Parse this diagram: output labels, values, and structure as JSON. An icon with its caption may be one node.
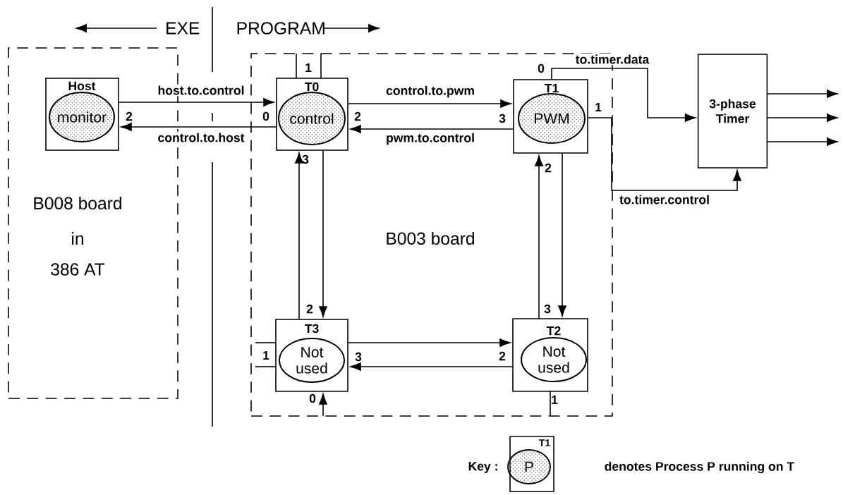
{
  "diagram": {
    "nodes": [
      {
        "text": [
          "B008 board",
          "in",
          "386 AT"
        ]
      },
      {
        "text": [
          "Host",
          "monitor"
        ],
        "in": 0,
        "beside": [
          "2"
        ]
      },
      {
        "text": [
          "B003 board"
        ]
      },
      {
        "text": [
          "T0",
          "control"
        ],
        "in": 2,
        "beside": [
          "1",
          "0",
          "2",
          "3"
        ]
      },
      {
        "text": [
          "T1",
          "PWM"
        ],
        "in": 2,
        "beside": [
          "0",
          "3",
          "1",
          "2"
        ]
      },
      {
        "text": [
          "T3",
          "Not used"
        ],
        "in": 2,
        "beside": [
          "2",
          "1",
          "3",
          "0"
        ]
      },
      {
        "text": [
          "T2",
          "Not used"
        ],
        "in": 2,
        "beside": [
          "3",
          "2",
          "1"
        ]
      },
      {
        "text": [
          "3-phase Timer"
        ]
      },
      {
        "text": [
          "T1",
          "P"
        ]
      }
    ],
    "edges": [
      {
        "from": 1,
        "to": 3,
        "arrow": "to",
        "label": "host.to.control"
      },
      {
        "from": 3,
        "to": 1,
        "arrow": "to",
        "label": "control.to.host"
      },
      {
        "from": 3,
        "to": 4,
        "arrow": "to",
        "label": "control.to.pwm"
      },
      {
        "from": 4,
        "to": 3,
        "arrow": "to",
        "label": "pwm.to.control"
      },
      {
        "from": 5,
        "to": 3,
        "arrow": "to"
      },
      {
        "from": 3,
        "to": 5,
        "arrow": "to"
      },
      {
        "from": 6,
        "to": 4,
        "arrow": "to"
      },
      {
        "from": 4,
        "to": 6,
        "arrow": "to"
      },
      {
        "from": 5,
        "to": 6,
        "arrow": "to"
      },
      {
        "from": 6,
        "to": 5,
        "arrow": "to"
      },
      {
        "from": 4,
        "to": 7,
        "arrow": "to",
        "label": "to.timer.data"
      },
      {
        "from": 4,
        "to": 7,
        "arrow": "to",
        "label": "to.timer.control"
      },
      {
        "from": 7,
        "to": null,
        "arrow": "to"
      },
      {
        "from": 7,
        "to": null,
        "arrow": "to"
      },
      {
        "from": 7,
        "to": null,
        "arrow": "to"
      },
      {
        "from": null,
        "to": 5,
        "arrow": "to"
      }
    ],
    "labels": [
      "EXE",
      "PROGRAM",
      "Key :",
      "denotes Process P running on T"
    ]
  }
}
